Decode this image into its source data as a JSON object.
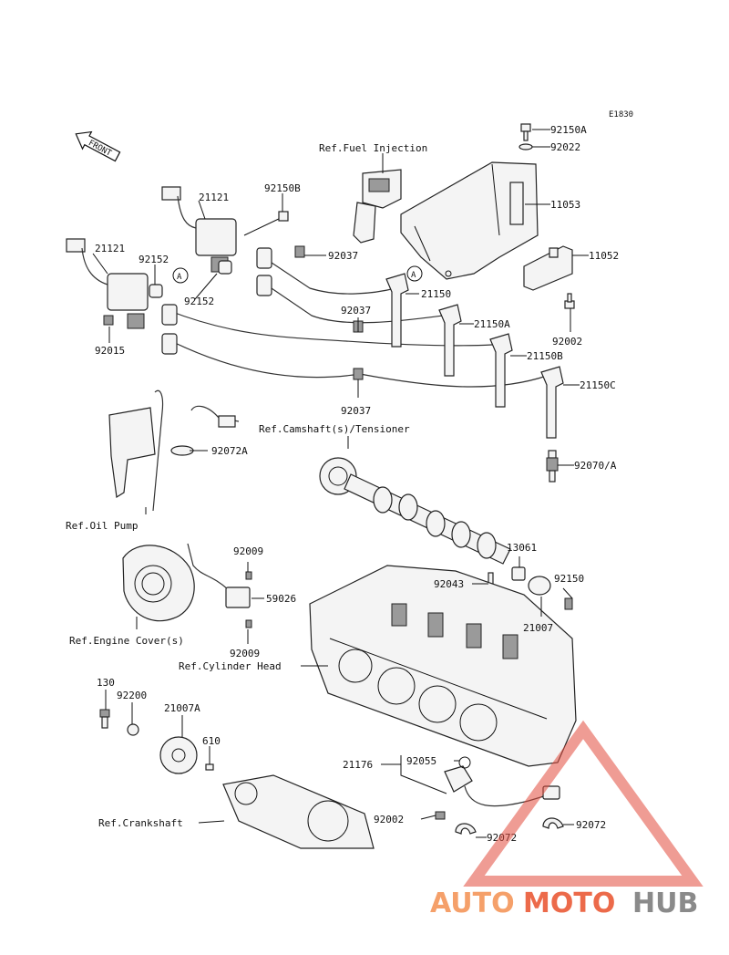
{
  "diagram_code": "E1830",
  "front_label": "FRONT",
  "callout": "A",
  "refs": {
    "fuel_injection": "Ref.Fuel Injection",
    "camshaft": "Ref.Camshaft(s)/Tensioner",
    "oil_pump": "Ref.Oil Pump",
    "engine_cover": "Ref.Engine Cover(s)",
    "cylinder_head": "Ref.Cylinder Head",
    "crankshaft": "Ref.Crankshaft"
  },
  "parts": {
    "p92150A": "92150A",
    "p92022": "92022",
    "p11053": "11053",
    "p11052": "11052",
    "p92002_top": "92002",
    "p21121_a": "21121",
    "p92150B": "92150B",
    "p21121_b": "21121",
    "p92152_a": "92152",
    "p92152_b": "92152",
    "p92037_a": "92037",
    "p92037_b": "92037",
    "p92037_c": "92037",
    "p92015": "92015",
    "p21150": "21150",
    "p21150A": "21150A",
    "p21150B": "21150B",
    "p21150C": "21150C",
    "p92072A": "92072A",
    "p92070A": "92070/A",
    "p13061": "13061",
    "p92043": "92043",
    "p92150": "92150",
    "p21007": "21007",
    "p92009_a": "92009",
    "p59026": "59026",
    "p92009_b": "92009",
    "p130": "130",
    "p92200": "92200",
    "p21007A": "21007A",
    "p610": "610",
    "p21176": "21176",
    "p92055": "92055",
    "p92002_bot": "92002",
    "p92072_a": "92072",
    "p92072_b": "92072"
  },
  "watermark": {
    "part1": "AUTO",
    "part2": "MOTO",
    "part3": "HUB"
  },
  "colors": {
    "watermark_red": "#e24a3c",
    "watermark_orange": "#f5a06a",
    "watermark_gray": "#8a8a8a"
  }
}
